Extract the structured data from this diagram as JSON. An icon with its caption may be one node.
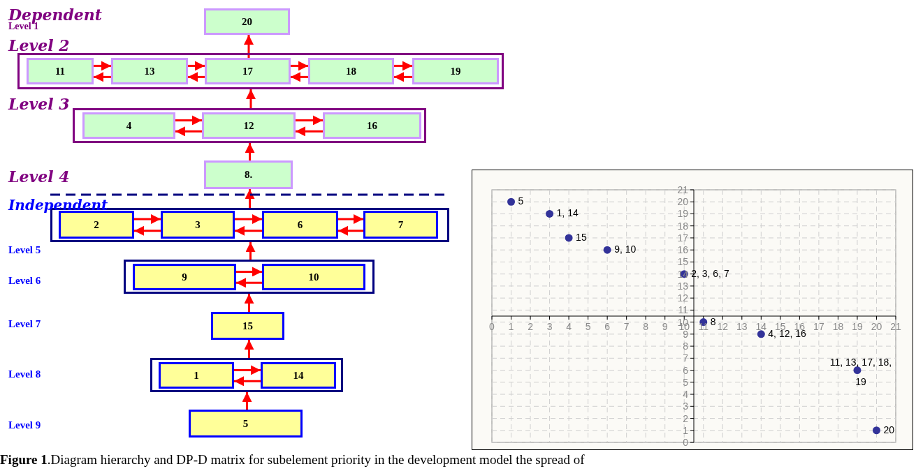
{
  "diagram": {
    "caption": "**Figure 1**.Diagram hierarchy and DP-D matrix for subelement priority in the development model the spread of",
    "nodes": [
      {
        "text": [
          "20"
        ]
      },
      {
        "text": [],
        "shape": "box"
      },
      {
        "text": [
          "11"
        ],
        "in": 1
      },
      {
        "text": [
          "13"
        ],
        "in": 1
      },
      {
        "text": [
          "17"
        ],
        "in": 1
      },
      {
        "text": [
          "18"
        ],
        "in": 1
      },
      {
        "text": [
          "19"
        ],
        "in": 1
      },
      {
        "text": [],
        "shape": "box"
      },
      {
        "text": [
          "4"
        ],
        "in": 7
      },
      {
        "text": [
          "12"
        ],
        "in": 7
      },
      {
        "text": [
          "16"
        ],
        "in": 7
      },
      {
        "text": [
          "8."
        ]
      },
      {
        "text": [],
        "shape": "box"
      },
      {
        "text": [
          "2"
        ],
        "in": 12
      },
      {
        "text": [
          "3"
        ],
        "in": 12
      },
      {
        "text": [
          "6"
        ],
        "in": 12
      },
      {
        "text": [
          "7"
        ],
        "in": 12
      },
      {
        "text": [],
        "shape": "box"
      },
      {
        "text": [
          "9"
        ],
        "in": 17
      },
      {
        "text": [
          "10"
        ],
        "in": 17
      },
      {
        "text": [
          "15"
        ]
      },
      {
        "text": [],
        "shape": "box"
      },
      {
        "text": [
          "1"
        ],
        "in": 21
      },
      {
        "text": [
          "14"
        ],
        "in": 21
      },
      {
        "text": [
          "5"
        ]
      }
    ],
    "edges": [
      {
        "from": 4,
        "to": 0,
        "arrow": "to"
      },
      {
        "from": 2,
        "to": 3,
        "arrow": "to"
      },
      {
        "from": 3,
        "to": 2,
        "arrow": "to"
      },
      {
        "from": 3,
        "to": 4,
        "arrow": "to"
      },
      {
        "from": 4,
        "to": 3,
        "arrow": "to"
      },
      {
        "from": 4,
        "to": 5,
        "arrow": "to"
      },
      {
        "from": 5,
        "to": 4,
        "arrow": "to"
      },
      {
        "from": 5,
        "to": 6,
        "arrow": "to"
      },
      {
        "from": 6,
        "to": 5,
        "arrow": "to"
      },
      {
        "from": 7,
        "to": 1,
        "arrow": "to"
      },
      {
        "from": 8,
        "to": 9,
        "arrow": "to"
      },
      {
        "from": 9,
        "to": 8,
        "arrow": "to"
      },
      {
        "from": 9,
        "to": 10,
        "arrow": "to"
      },
      {
        "from": 10,
        "to": 9,
        "arrow": "to"
      },
      {
        "from": 11,
        "to": 7,
        "arrow": "to"
      },
      {
        "from": 12,
        "to": 11,
        "arrow": "to"
      },
      {
        "from": 13,
        "to": 14,
        "arrow": "to"
      },
      {
        "from": 14,
        "to": 13,
        "arrow": "to"
      },
      {
        "from": 14,
        "to": 15,
        "arrow": "to"
      },
      {
        "from": 15,
        "to": 14,
        "arrow": "to"
      },
      {
        "from": 15,
        "to": 16,
        "arrow": "to"
      },
      {
        "from": 16,
        "to": 15,
        "arrow": "to"
      },
      {
        "from": 17,
        "to": 12,
        "arrow": "to"
      },
      {
        "from": 18,
        "to": 19,
        "arrow": "to"
      },
      {
        "from": 19,
        "to": 18,
        "arrow": "to"
      },
      {
        "from": 20,
        "to": 17,
        "arrow": "to"
      },
      {
        "from": 21,
        "to": 20,
        "arrow": "to"
      },
      {
        "from": 22,
        "to": 23,
        "arrow": "to"
      },
      {
        "from": 23,
        "to": 22,
        "arrow": "to"
      },
      {
        "from": 24,
        "to": 21,
        "arrow": "to"
      }
    ],
    "labels": [
      "Dependent",
      "Level 1",
      "Level 2",
      "Level 3",
      "Level 4",
      "Independent",
      "Level 5",
      "Level 6",
      "Level 7",
      "Level 8",
      "Level 9"
    ],
    "chart_data": {
      "type": "scatter",
      "x": [
        1,
        3,
        4,
        6,
        10,
        11,
        14,
        19,
        20
      ],
      "series": [
        {
          "color": "#333399",
          "values": [
            20,
            19,
            17,
            16,
            14,
            10,
            9,
            6,
            1
          ]
        }
      ],
      "xlim": [
        0,
        21
      ],
      "ylim": [
        0,
        21
      ],
      "grid": true,
      "xticks": [
        0,
        1,
        2,
        3,
        4,
        5,
        6,
        7,
        8,
        9,
        10,
        11,
        12,
        13,
        14,
        15,
        16,
        17,
        18,
        19,
        20,
        21
      ],
      "yticks": [
        0,
        1,
        2,
        3,
        4,
        5,
        6,
        7,
        8,
        9,
        10,
        11,
        12,
        13,
        14,
        15,
        16,
        17,
        18,
        19,
        20,
        21
      ],
      "annotations": [
        {
          "x": 1,
          "y": 20,
          "text": "5"
        },
        {
          "x": 3,
          "y": 19,
          "text": "1, 14"
        },
        {
          "x": 4,
          "y": 17,
          "text": "15"
        },
        {
          "x": 6,
          "y": 16,
          "text": "9, 10"
        },
        {
          "x": 10,
          "y": 14,
          "text": "2, 3, 6, 7"
        },
        {
          "x": 11,
          "y": 10,
          "text": "8"
        },
        {
          "x": 14,
          "y": 9,
          "text": "4, 12, 16"
        },
        {
          "x": 19,
          "y": 6,
          "text": "11, 13, 17, 18, 19"
        },
        {
          "x": 20,
          "y": 1,
          "text": "20"
        }
      ]
    }
  }
}
